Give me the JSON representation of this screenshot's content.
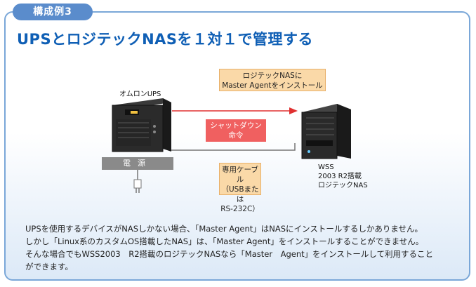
{
  "tab_label": "構成例3",
  "title": "UPSとロジテックNASを１対１で管理する",
  "ups_label": "オムロンUPS",
  "power_label": "電源",
  "callout_agent": [
    "ロジテックNASに",
    "Master Agentをインストール"
  ],
  "shutdown_label": [
    "シャットダウン",
    "命令"
  ],
  "cable_label": [
    "専用ケーブル",
    "（USBまたは",
    "RS-232C）"
  ],
  "nas_label": [
    "WSS",
    "2003 R2搭載",
    "ロジテックNAS"
  ],
  "description": [
    "UPSを使用するデバイスがNASしかない場合、「Master Agent」はNASにインストールするしかありません。",
    "しかし「Linux系のカスタムOS搭載したNAS」は、「Master Agent」をインストールすることができません。",
    "そんな場合でもWSS2003　R2搭載のロジテックNASなら「Master　Agent」をインストールして利用すること",
    "ができます。"
  ],
  "colors": {
    "accent": "#0f5fb5",
    "frame": "#7aa7d8",
    "arrow": "#e03030",
    "callout": "#fad9a8"
  }
}
